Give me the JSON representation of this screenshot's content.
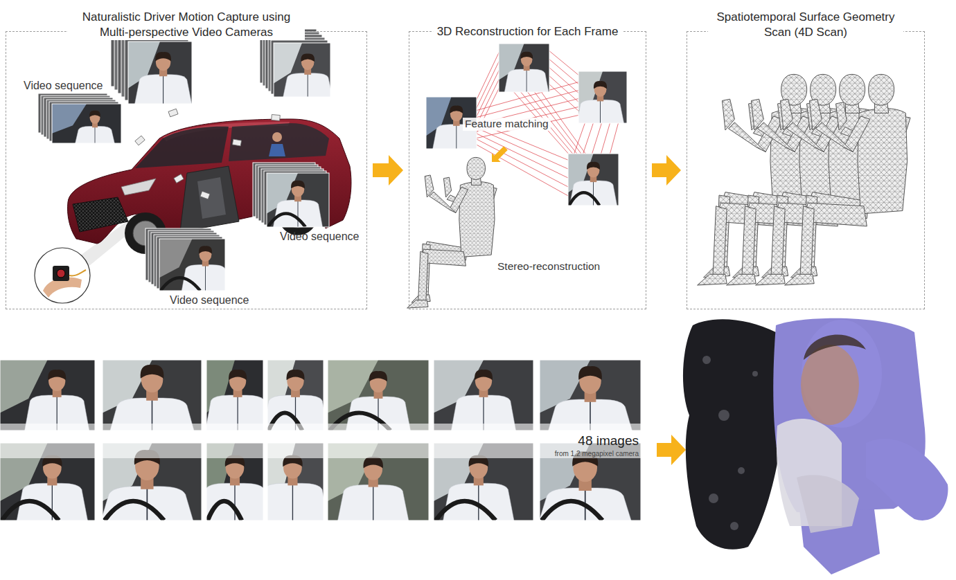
{
  "diagram": {
    "nodes": [
      {
        "text": [
          "Naturalistic Driver Motion Capture using Multi-perspective Video Cameras"
        ]
      },
      {
        "text": [
          "3D Reconstruction for Each Frame"
        ]
      },
      {
        "text": [
          "Spatiotemporal Surface Geometry Scan (4D Scan)"
        ]
      }
    ],
    "edges": [
      {
        "from": 0,
        "to": 1,
        "arrow": "to"
      },
      {
        "from": 1,
        "to": 2,
        "arrow": "to"
      }
    ],
    "labels": [
      "Video sequence",
      "Video sequence",
      "Video sequence",
      "Feature matching",
      "Stereo-reconstruction",
      "48 images",
      "from 1.2 megapixel camera"
    ]
  }
}
